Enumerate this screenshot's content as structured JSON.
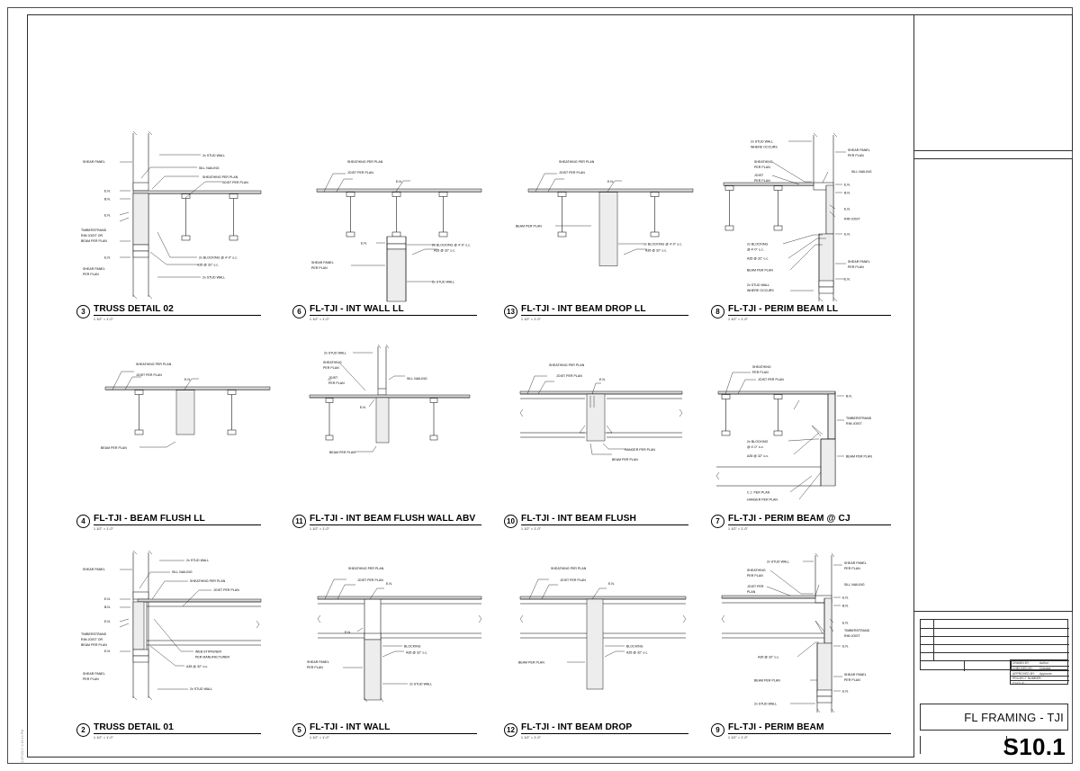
{
  "sheet": {
    "name": "FL FRAMING - TJI",
    "number": "S10.1",
    "plot_stamp": "11/27/2017 4:40:13 PM"
  },
  "title_block": {
    "fields": [
      {
        "label": "DRAWN BY:",
        "value": "Author"
      },
      {
        "label": "CHECKED BY:",
        "value": "Checker"
      },
      {
        "label": "APPROVED BY:",
        "value": "Approver"
      },
      {
        "label": "PROJECT NUMBER:",
        "value": ""
      },
      {
        "label": "STATUS:",
        "value": ""
      }
    ]
  },
  "common": {
    "scale": "1 1/2\" = 1'-0\"",
    "notes": {
      "shear_panel": "SHEAR PANEL",
      "shear_panel_per_plan": "SHEAR PANEL\nPER PLAN",
      "stud_wall": "2x STUD WALL",
      "stud_wall_where": "2x STUD WALL\nWHERE OCCURS",
      "sill_nailing": "SILL NAILING",
      "sheathing": "SHEATHING PER PLAN",
      "sheathing_2l": "SHEATHING\nPER PLAN",
      "joist": "JOIST PER PLAN",
      "joist_2l": "JOIST\nPER PLAN",
      "en": "E.N.",
      "bn": "B.N.",
      "timberstrand_rim_beam": "TIMBERSTRAND\nRIM JOIST OR\nBEAM PER PLAN",
      "timberstrand_rim": "TIMBERSTRAND\nRIM JOIST",
      "rim_joist": "RIM JOIST",
      "blocking_48": "2x BLOCKING @ 4'-0\" o.c.",
      "blocking_48_2l": "2x BLOCKING\n@ 4'-0\" o.c.",
      "a35": "A35 @ 32\" o.c.",
      "beam": "BEAM PER PLAN",
      "blocking": "BLOCKING",
      "hanger": "HANGER PER PLAN",
      "cj": "C.J. PER PLAN",
      "web_stiffener": "WEB STIFFENER\nPER MANUFACTURER"
    }
  },
  "details": [
    {
      "num": "3",
      "title": "TRUSS DETAIL 02",
      "scale": "1 1/2\" = 1'-0\""
    },
    {
      "num": "6",
      "title": "FL-TJI - INT WALL LL",
      "scale": "1 1/2\" = 1'-0\""
    },
    {
      "num": "13",
      "title": "FL-TJI - INT BEAM DROP LL",
      "scale": "1 1/2\" = 1'-0\""
    },
    {
      "num": "8",
      "title": "FL-TJI - PERIM BEAM LL",
      "scale": "1 1/2\" = 1'-0\""
    },
    {
      "num": "4",
      "title": "FL-TJI - BEAM FLUSH LL",
      "scale": "1 1/2\" = 1'-0\""
    },
    {
      "num": "11",
      "title": "FL-TJI - INT BEAM FLUSH WALL ABV",
      "scale": "1 1/2\" = 1'-0\""
    },
    {
      "num": "10",
      "title": "FL-TJI - INT BEAM FLUSH",
      "scale": "1 1/2\" = 1'-0\""
    },
    {
      "num": "7",
      "title": "FL-TJI - PERIM BEAM @ CJ",
      "scale": "1 1/2\" = 1'-0\""
    },
    {
      "num": "2",
      "title": "TRUSS DETAIL 01",
      "scale": "1 1/2\" = 1'-0\""
    },
    {
      "num": "5",
      "title": "FL-TJI - INT WALL",
      "scale": "1 1/2\" = 1'-0\""
    },
    {
      "num": "12",
      "title": "FL-TJI - INT BEAM DROP",
      "scale": "1 1/2\" = 1'-0\""
    },
    {
      "num": "9",
      "title": "FL-TJI - PERIM BEAM",
      "scale": "1 1/2\" = 1'-0\""
    }
  ],
  "annotations": {
    "d3": [
      "SHEAR PANEL",
      "2x STUD WALL",
      "SILL NAILING",
      "SHEATHING PER PLAN",
      "JOIST PER PLAN",
      "E.N.",
      "B.N.",
      "E.N.",
      "TIMBERSTRAND RIM JOIST OR BEAM PER PLAN",
      "E.N.",
      "SHEAR PANEL PER PLAN",
      "2x BLOCKING @ 4'-0\" o.c.",
      "A35 @ 32\" o.c.",
      "2x STUD WALL"
    ],
    "d6": [
      "SHEATHING PER PLAN",
      "JOIST PER PLAN",
      "E.N.",
      "E.N.",
      "SHEAR PANEL PER PLAN",
      "2x BLOCKING @ 4'-0\" o.c.",
      "A35 @ 32\" o.c.",
      "2x STUD WALL"
    ],
    "d13": [
      "SHEATHING PER PLAN",
      "JOIST PER PLAN",
      "E.N.",
      "BEAM PER PLAN",
      "2x BLOCKING @ 4'-0\" o.c.",
      "A35 @ 32\" o.c."
    ],
    "d8": [
      "2x STUD WALL WHERE OCCURS",
      "SHEAR PANEL PER PLAN",
      "SHEATHING PER PLAN",
      "SILL NAILING",
      "JOIST PER PLAN",
      "E.N.",
      "B.N.",
      "E.N.",
      "RIM JOIST",
      "E.N.",
      "2x BLOCKING @ 4'-0\" o.c.",
      "A35 @ 32\" o.c.",
      "SHEAR PANEL PER PLAN",
      "BEAM PER PLAN",
      "2x STUD WALL WHERE OCCURS",
      "E.N."
    ],
    "d4": [
      "SHEATHING PER PLAN",
      "JOIST PER PLAN",
      "E.N.",
      "BEAM PER PLAN"
    ],
    "d11": [
      "2x STUD WALL",
      "SHEATHING PER PLAN",
      "JOIST PER PLAN",
      "SILL NAILING",
      "E.N.",
      "BEAM PER PLAN"
    ],
    "d10": [
      "SHEATHING PER PLAN",
      "JOIST PER PLAN",
      "E.N.",
      "HANGER PER PLAN",
      "BEAM PER PLAN"
    ],
    "d7": [
      "SHEATHING PER PLAN",
      "JOIST PER PLAN",
      "B.N.",
      "TIMBERSTRAND RIM JOIST",
      "2x BLOCKING @ 4'-0\" o.c.",
      "A35 @ 32\" o.c.",
      "BEAM PER PLAN",
      "C.J. PER PLAN",
      "HANGER PER PLAN"
    ],
    "d2": [
      "SHEAR PANEL",
      "2x STUD WALL",
      "SILL NAILING",
      "SHEATHING PER PLAN",
      "JOIST PER PLAN",
      "E.N.",
      "B.N.",
      "E.N.",
      "TIMBERSTRAND RIM JOIST OR BEAM PER PLAN",
      "E.N.",
      "SHEAR PANEL PER PLAN",
      "WEB STIFFENER PER MANUFACTURER",
      "A35 @ 32\" o.c.",
      "2x STUD WALL"
    ],
    "d5": [
      "SHEATHING PER PLAN",
      "JOIST PER PLAN",
      "E.N.",
      "E.N.",
      "SHEAR PANEL PER PLAN",
      "BLOCKING",
      "A35 @ 32\" o.c.",
      "2x STUD WALL"
    ],
    "d12": [
      "SHEATHING PER PLAN",
      "JOIST PER PLAN",
      "E.N.",
      "BEAM PER PLAN",
      "BLOCKING",
      "A35 @ 32\" o.c."
    ],
    "d9": [
      "2x STUD WALL",
      "SHEAR PANEL PER PLAN",
      "SHEATHING PER PLAN",
      "SILL NAILING",
      "JOIST PER PLAN",
      "E.N.",
      "B.N.",
      "E.N.",
      "TIMBERSTRAND RIM JOIST",
      "E.N.",
      "A35 @ 32\" o.c.",
      "SHEAR PANEL PER PLAN",
      "BEAM PER PLAN",
      "2x STUD WALL",
      "E.N."
    ]
  }
}
